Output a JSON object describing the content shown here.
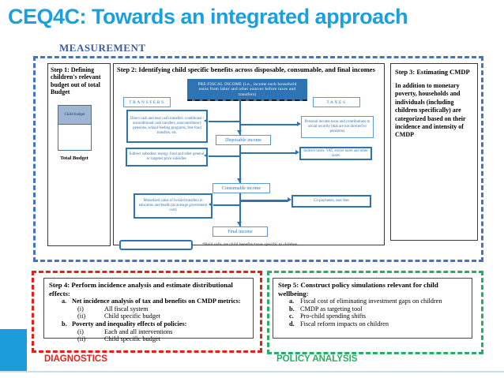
{
  "slide": {
    "title": "CEQ4C: Towards an integrated approach"
  },
  "sections": {
    "measurement_label": "MEASUREMENT",
    "diagnostics_label": "DIAGNOSTICS",
    "policy_label": "POLICY ANALYSIS"
  },
  "step1": {
    "title": "Step 1: Defining children's relevant budget out of total Budget",
    "child_budget_label": "Child budget",
    "total_budget_label": "Total Budget"
  },
  "step2": {
    "title": "Step 2: Identifying child specific benefits across disposable, consumable, and final incomes",
    "prefiscal_box": "PRE-FISCAL INCOME (i.e., income each household earns from labor and other sources before taxes and transfers)",
    "transfers_label": "TRANSFERS",
    "taxes_label": "TAXES",
    "direct_transfers_box": "Direct cash and near cash transfers: conditional / unconditional cash transfers, noncontributory pensions, school feeding programs, free food transfers, etc.",
    "personal_taxes_box": "Personal income taxes and contributions to social security (that are not directed to pensions)",
    "disposable_income": "Disposable income",
    "indirect_subsidies_box": "Indirect subsidies: energy, food and other general or targeted price subsidies",
    "indirect_taxes_box": "Indirect taxes: VAT, excise taxes and other taxes",
    "consumable_income": "Consumable income",
    "inkind_transfers_box": "Monetized value of in-kind transfers in education and health (at average government cost)",
    "copayments_box": "Co-payments, user fees",
    "final_income": "Final income",
    "note": "*Bold cells are child benefits/taxes specific to children"
  },
  "step3": {
    "title": "Step 3: Estimating CMDP",
    "body": "In addition to monetary poverty, households and individuals (including children specifically) are categorized based on their incidence and intensity of CMDP"
  },
  "step4": {
    "title": "Step 4: Perform incidence analysis and estimate distributional effects:",
    "items": [
      {
        "label": "a.",
        "text": "Net incidence analysis of tax and benefits on CMDP metrics:",
        "sub": [
          {
            "label": "(i)",
            "text": "All fiscal system"
          },
          {
            "label": "(ii)",
            "text": "Child specific budget"
          }
        ]
      },
      {
        "label": "b.",
        "text": "Poverty and inequality effects of policies:",
        "sub": [
          {
            "label": "(i)",
            "text": "Each and all interventions"
          },
          {
            "label": "(ii)",
            "text": "Child specific budget"
          }
        ]
      }
    ]
  },
  "step5": {
    "title": "Step 5: Construct policy simulations relevant for child wellbeing:",
    "items": [
      {
        "label": "a.",
        "text": "Fiscal cost of eliminating investment gaps on children"
      },
      {
        "label": "b.",
        "text": "CMDP as targeting tool"
      },
      {
        "label": "c.",
        "text": "Pro-child spending shifts"
      },
      {
        "label": "d.",
        "text": "Fiscal reform impacts on children"
      }
    ]
  },
  "colors": {
    "title_cyan": "#1CA0DD",
    "accent_cyan": "#1C9CD9",
    "measurement_blue": "#3D5B9B",
    "dashed_blue": "#4472C4",
    "flow_blue": "#2E74B5",
    "flow_blue_light": "#5B9BD5",
    "dashed_red": "#E3201B",
    "dashed_green": "#27AE60"
  }
}
